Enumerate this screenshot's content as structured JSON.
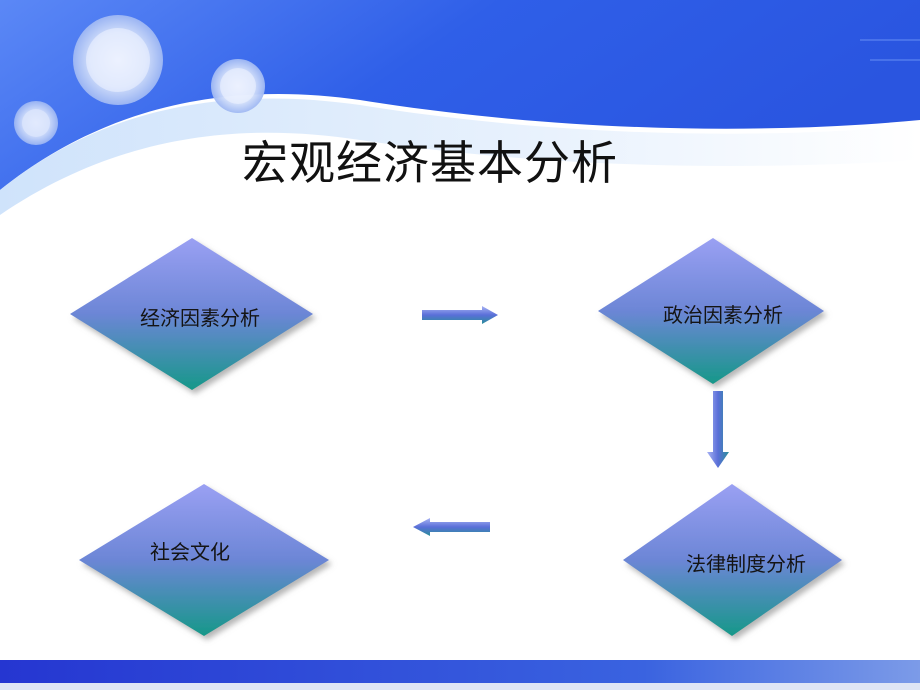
{
  "slide": {
    "title": "宏观经济基本分析"
  },
  "diagram": {
    "type": "flow",
    "nodes": [
      {
        "id": "economic",
        "label": "经济因素分析"
      },
      {
        "id": "political",
        "label": "政治因素分析"
      },
      {
        "id": "legal",
        "label": "法律制度分析"
      },
      {
        "id": "social",
        "label": "社会文化"
      }
    ],
    "edges": [
      {
        "from": "economic",
        "to": "political",
        "direction": "right"
      },
      {
        "from": "political",
        "to": "legal",
        "direction": "down"
      },
      {
        "from": "legal",
        "to": "social",
        "direction": "left"
      }
    ]
  },
  "colors": {
    "header_blue": "#2f5fe8",
    "diamond_top": "#8d95ee",
    "diamond_bottom": "#1d9a8e",
    "arrow": "#5b72dc",
    "footer_blue": "#2b3fd6"
  }
}
